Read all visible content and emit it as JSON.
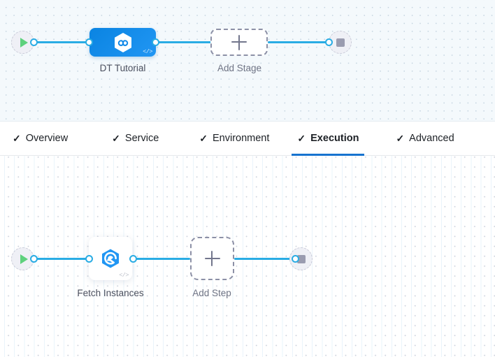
{
  "theme": {
    "accent_blue": "#29ace4",
    "node_blue": "#1289e8",
    "tab_active_underline": "#1773cf",
    "stage_canvas_bg": "#f4f9fc",
    "step_canvas_bg": "#ffffff",
    "play_green": "#5ed17d",
    "stop_gray": "#9a9cb0"
  },
  "stage_graph": {
    "start_node": {
      "icon": "play-icon",
      "title": ""
    },
    "end_node": {
      "icon": "stop-icon",
      "title": ""
    },
    "nodes": [
      {
        "label": "DT Tutorial",
        "icon": "hexagon-infinity-icon",
        "badge": "</>",
        "type": "stage"
      }
    ],
    "add_button": {
      "label": "Add Stage",
      "icon": "plus-icon"
    }
  },
  "tabs": {
    "items": [
      {
        "label": "Overview",
        "check": "✓",
        "active": false
      },
      {
        "label": "Service",
        "check": "✓",
        "active": false
      },
      {
        "label": "Environment",
        "check": "✓",
        "active": false
      },
      {
        "label": "Execution",
        "check": "✓",
        "active": true
      },
      {
        "label": "Advanced",
        "check": "✓",
        "active": false
      }
    ]
  },
  "step_graph": {
    "start_node": {
      "icon": "play-icon",
      "title": ""
    },
    "end_node": {
      "icon": "stop-icon",
      "title": ""
    },
    "nodes": [
      {
        "label": "Fetch Instances",
        "icon": "hexagon-e-icon",
        "badge": "</>",
        "type": "step"
      }
    ],
    "add_button": {
      "label": "Add Step",
      "icon": "plus-icon"
    }
  }
}
